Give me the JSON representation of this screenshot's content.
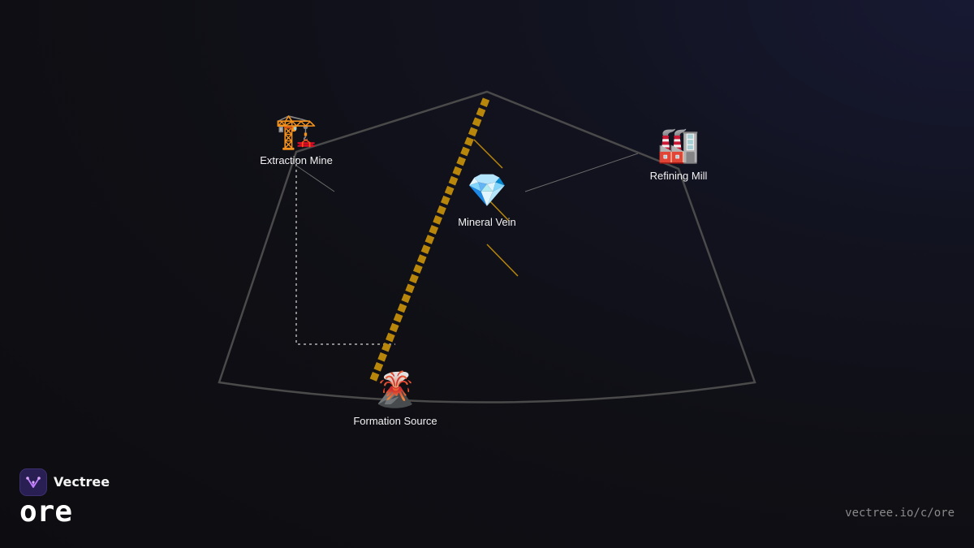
{
  "diagram": {
    "nodes": {
      "extraction_mine": {
        "label": "Extraction Mine",
        "icon": "construction-crane-icon",
        "glyph": "🏗️"
      },
      "mineral_vein": {
        "label": "Mineral Vein",
        "icon": "gem-icon",
        "glyph": "💎"
      },
      "refining_mill": {
        "label": "Refining Mill",
        "icon": "factory-icon",
        "glyph": "🏭"
      },
      "formation_source": {
        "label": "Formation Source",
        "icon": "volcano-icon",
        "glyph": "🌋"
      }
    },
    "colors": {
      "outline": "#4a4a4a",
      "vein": "#b8860b",
      "connector": "#6b6b6b"
    }
  },
  "brand": {
    "name": "Vectree",
    "slug": "ore",
    "logo_icon": "vectree-logo-icon"
  },
  "footer": {
    "url": "vectree.io/c/ore"
  }
}
